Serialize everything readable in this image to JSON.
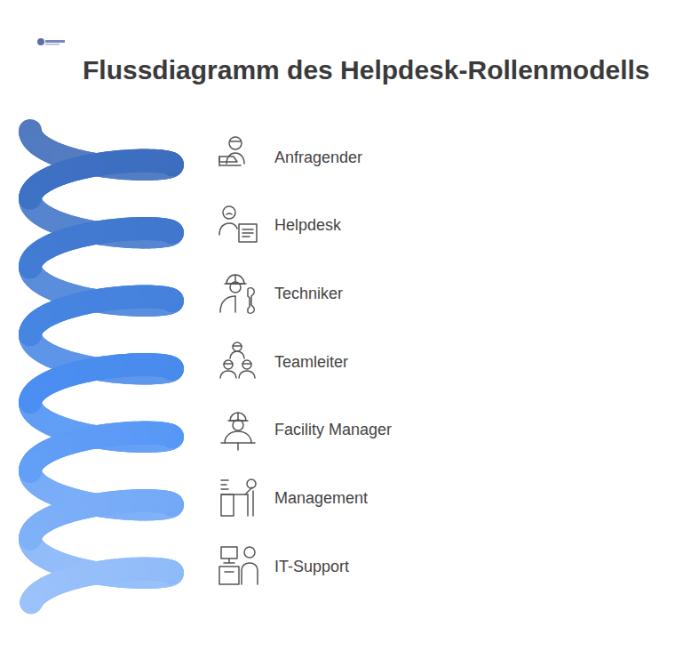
{
  "diagram": {
    "title": "Flussdiagramm des Helpdesk-Rollenmodells",
    "labels": [
      "Anfragender",
      "Helpdesk",
      "Techniker",
      "Teamleiter",
      "Facility Manager",
      "Management",
      "IT-Support"
    ]
  }
}
